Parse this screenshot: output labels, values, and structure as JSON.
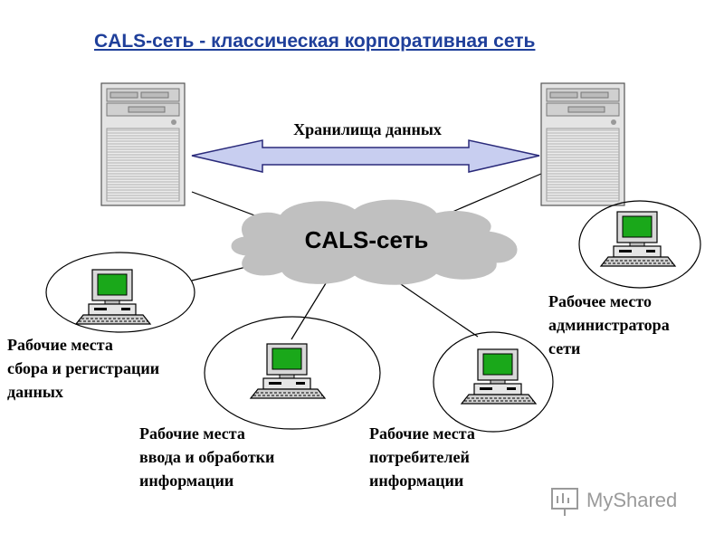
{
  "title": "CALS-сеть - классическая корпоративная сеть",
  "storage_label": "Хранилища данных",
  "network_label": "CALS-сеть",
  "workstations": {
    "collection": [
      "Рабочие места",
      "сбора  и регистрации",
      "данных"
    ],
    "input": [
      "Рабочие места",
      "ввода и обработки",
      "информации"
    ],
    "consumers": [
      "Рабочие места",
      "потребителей",
      "информации"
    ],
    "admin": [
      "Рабочее место",
      "администратора",
      "сети"
    ]
  },
  "watermark": "MyShared",
  "colors": {
    "title": "#1f3f9a",
    "arrow_fill": "#c8cef0",
    "cloud_fill": "#c0c0c0",
    "screen": "#1aa81a"
  }
}
